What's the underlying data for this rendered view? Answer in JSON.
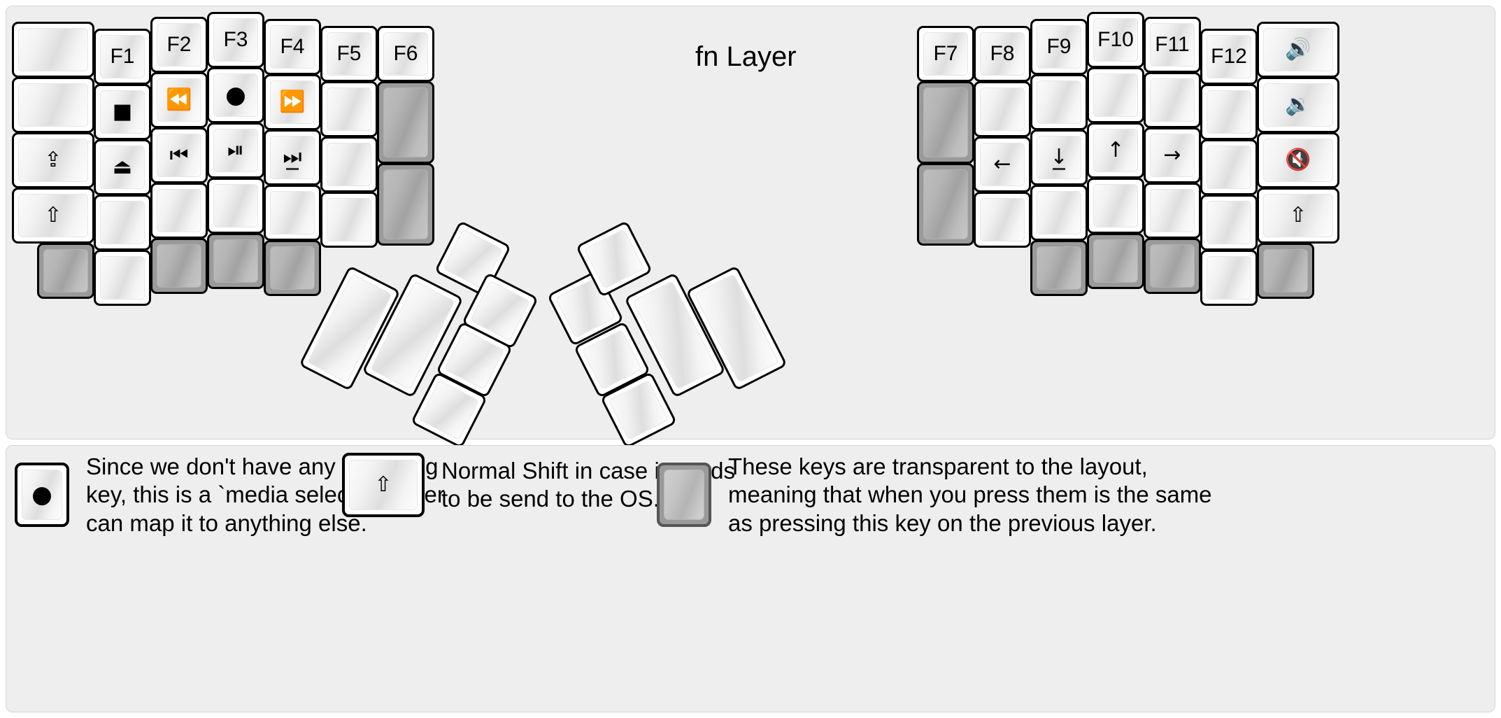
{
  "title": "fn Layer",
  "colors": {
    "background": "#eeeeee",
    "key_face": "#ffffff",
    "key_transparent": "#9a9a9a",
    "outline": "#000000"
  },
  "glyphs": {
    "stop": "■",
    "record": "●",
    "eject": "⏏",
    "rewind": "⏪",
    "fast_forward": "⏩",
    "prev_track": "⏮",
    "play_pause": "⏯",
    "next_track": "⏭",
    "caps_lock": "⇪",
    "shift": "⇧",
    "arrow_left": "←",
    "arrow_down": "↓",
    "arrow_up": "↑",
    "arrow_right": "→",
    "volume_up": "🔊",
    "volume_down": "🔉",
    "volume_mute": "🔇"
  },
  "left_half": {
    "columns": [
      {
        "name": "col-pinky-outer",
        "keys": [
          {
            "label": "",
            "icon": "",
            "type": "blank"
          },
          {
            "label": "",
            "icon": "",
            "type": "blank"
          },
          {
            "label": "",
            "icon": "caps-lock-icon",
            "type": "icon"
          },
          {
            "label": "",
            "icon": "shift-icon",
            "type": "icon"
          },
          {
            "label": "",
            "icon": "",
            "type": "transparent"
          }
        ]
      },
      {
        "name": "col-pinky",
        "keys": [
          {
            "label": "F1",
            "icon": "",
            "type": "text"
          },
          {
            "label": "",
            "icon": "stop-icon",
            "type": "icon"
          },
          {
            "label": "",
            "icon": "eject-icon",
            "type": "icon"
          },
          {
            "label": "",
            "icon": "",
            "type": "blank"
          },
          {
            "label": "",
            "icon": "",
            "type": "blank"
          }
        ]
      },
      {
        "name": "col-ring",
        "keys": [
          {
            "label": "F2",
            "icon": "",
            "type": "text"
          },
          {
            "label": "",
            "icon": "rewind-icon",
            "type": "icon"
          },
          {
            "label": "",
            "icon": "prev-track-icon",
            "type": "icon"
          },
          {
            "label": "",
            "icon": "",
            "type": "blank"
          },
          {
            "label": "",
            "icon": "",
            "type": "transparent"
          }
        ]
      },
      {
        "name": "col-middle",
        "keys": [
          {
            "label": "F3",
            "icon": "",
            "type": "text"
          },
          {
            "label": "",
            "icon": "record-icon",
            "type": "icon"
          },
          {
            "label": "",
            "icon": "play-pause-icon",
            "type": "icon"
          },
          {
            "label": "",
            "icon": "",
            "type": "blank"
          },
          {
            "label": "",
            "icon": "",
            "type": "transparent"
          }
        ]
      },
      {
        "name": "col-index",
        "keys": [
          {
            "label": "F4",
            "icon": "",
            "type": "text"
          },
          {
            "label": "",
            "icon": "fast-forward-icon",
            "type": "icon"
          },
          {
            "label": "",
            "icon": "next-track-icon",
            "type": "icon",
            "underbar": true
          },
          {
            "label": "",
            "icon": "",
            "type": "blank"
          },
          {
            "label": "",
            "icon": "",
            "type": "transparent"
          }
        ]
      },
      {
        "name": "col-index-inner",
        "keys": [
          {
            "label": "F5",
            "icon": "",
            "type": "text"
          },
          {
            "label": "",
            "icon": "",
            "type": "blank"
          },
          {
            "label": "",
            "icon": "",
            "type": "blank"
          },
          {
            "label": "",
            "icon": "",
            "type": "blank"
          }
        ]
      },
      {
        "name": "col-inner",
        "keys": [
          {
            "label": "F6",
            "icon": "",
            "type": "text"
          },
          {
            "label": "",
            "icon": "",
            "type": "transparent-tall"
          },
          {
            "label": "",
            "icon": "",
            "type": "transparent-tall"
          }
        ]
      }
    ],
    "thumb_cluster": [
      {
        "name": "thumb-l1",
        "size": "tall",
        "label": ""
      },
      {
        "name": "thumb-l2",
        "size": "tall",
        "label": ""
      },
      {
        "name": "thumb-l3",
        "size": "small",
        "label": ""
      },
      {
        "name": "thumb-l4",
        "size": "small",
        "label": ""
      },
      {
        "name": "thumb-l5",
        "size": "small",
        "label": ""
      }
    ]
  },
  "right_half": {
    "columns": [
      {
        "name": "col-inner",
        "keys": [
          {
            "label": "F7",
            "icon": "",
            "type": "text"
          },
          {
            "label": "",
            "icon": "",
            "type": "transparent-tall"
          },
          {
            "label": "",
            "icon": "",
            "type": "transparent-tall"
          }
        ]
      },
      {
        "name": "col-index-inner",
        "keys": [
          {
            "label": "F8",
            "icon": "",
            "type": "text"
          },
          {
            "label": "",
            "icon": "",
            "type": "blank"
          },
          {
            "label": "",
            "icon": "arrow-left-icon",
            "type": "icon"
          },
          {
            "label": "",
            "icon": "",
            "type": "blank"
          }
        ]
      },
      {
        "name": "col-index",
        "keys": [
          {
            "label": "F9",
            "icon": "",
            "type": "text"
          },
          {
            "label": "",
            "icon": "",
            "type": "blank"
          },
          {
            "label": "",
            "icon": "arrow-down-icon",
            "type": "icon",
            "underbar": true
          },
          {
            "label": "",
            "icon": "",
            "type": "blank"
          },
          {
            "label": "",
            "icon": "",
            "type": "transparent"
          }
        ]
      },
      {
        "name": "col-middle",
        "keys": [
          {
            "label": "F10",
            "icon": "",
            "type": "text"
          },
          {
            "label": "",
            "icon": "",
            "type": "blank"
          },
          {
            "label": "",
            "icon": "arrow-up-icon",
            "type": "icon"
          },
          {
            "label": "",
            "icon": "",
            "type": "blank"
          },
          {
            "label": "",
            "icon": "",
            "type": "transparent"
          }
        ]
      },
      {
        "name": "col-ring",
        "keys": [
          {
            "label": "F11",
            "icon": "",
            "type": "text"
          },
          {
            "label": "",
            "icon": "",
            "type": "blank"
          },
          {
            "label": "",
            "icon": "arrow-right-icon",
            "type": "icon"
          },
          {
            "label": "",
            "icon": "",
            "type": "blank"
          },
          {
            "label": "",
            "icon": "",
            "type": "transparent"
          }
        ]
      },
      {
        "name": "col-pinky",
        "keys": [
          {
            "label": "F12",
            "icon": "",
            "type": "text"
          },
          {
            "label": "",
            "icon": "",
            "type": "blank"
          },
          {
            "label": "",
            "icon": "",
            "type": "blank"
          },
          {
            "label": "",
            "icon": "",
            "type": "blank"
          }
        ]
      },
      {
        "name": "col-pinky-outer",
        "keys": [
          {
            "label": "",
            "icon": "volume-up-icon",
            "type": "icon"
          },
          {
            "label": "",
            "icon": "volume-down-icon",
            "type": "icon"
          },
          {
            "label": "",
            "icon": "volume-mute-icon",
            "type": "icon"
          },
          {
            "label": "",
            "icon": "shift-icon",
            "type": "icon"
          },
          {
            "label": "",
            "icon": "",
            "type": "transparent"
          }
        ]
      }
    ],
    "thumb_cluster": [
      {
        "name": "thumb-r1",
        "size": "small",
        "label": ""
      },
      {
        "name": "thumb-r2",
        "size": "small",
        "label": ""
      },
      {
        "name": "thumb-r3",
        "size": "small",
        "label": ""
      },
      {
        "name": "thumb-r4",
        "size": "small",
        "label": ""
      },
      {
        "name": "thumb-r5",
        "size": "tall",
        "label": ""
      },
      {
        "name": "thumb-r6",
        "size": "tall",
        "label": ""
      }
    ]
  },
  "legend": [
    {
      "key_icon": "record-icon",
      "key_type": "white",
      "text": "Since we don't have any recording\nkey, this is a `media select` so user\ncan map it to anything else."
    },
    {
      "key_icon": "shift-icon",
      "key_type": "white",
      "text": "Normal Shift in case it needs\nto be send to the OS."
    },
    {
      "key_icon": "",
      "key_type": "gray",
      "text": "These keys are transparent to the layout,\nmeaning that when you press them is the same\nas pressing this key on the previous layer."
    }
  ]
}
